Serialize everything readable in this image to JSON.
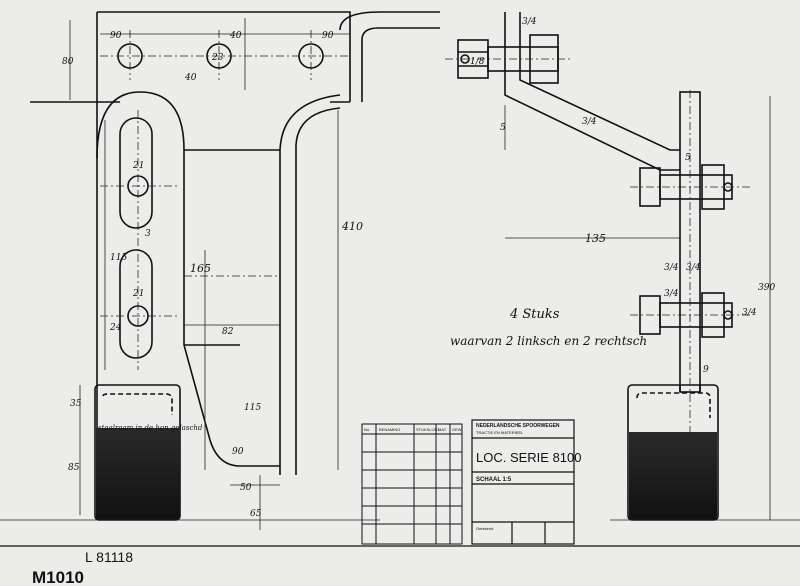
{
  "drawing": {
    "dims": {
      "d90a": "90",
      "d90b": "90",
      "d40a": "40",
      "d40b": "40",
      "d80": "80",
      "d23": "23",
      "d410": "410",
      "d21a": "21",
      "d21b": "21",
      "d3": "3",
      "d115a": "115",
      "d165": "165",
      "d82": "82",
      "d115b": "115",
      "d24": "24",
      "d35": "35",
      "d85": "85",
      "d90c": "90",
      "d50": "50",
      "d65": "65",
      "d135": "135",
      "d390": "390",
      "d18": "1/8",
      "d34a": "3/4",
      "d34b": "3/4",
      "d34c": "3/4",
      "d34d": "3/4",
      "d34e": "3/4",
      "d34f": "3/4",
      "d5a": "5",
      "d5b": "5",
      "d9": "9"
    },
    "note_hardened": "staalraam in de hon gelaschd",
    "qty": "4 Stuks",
    "qty_note": "waarvan 2 linksch en 2 rechtsch",
    "drawing_number": "L 81118",
    "old_number": "M1010"
  },
  "parts_table": {
    "headers": [
      "No.",
      "BENAMING",
      "STUKSLIJST",
      "MAT.",
      "GEW."
    ]
  },
  "title_block": {
    "company": "NEDERLANDSCHE SPOORWEGEN",
    "dept": "TRACTIE EN MATERIEEL",
    "series": "LOC. SERIE 8100",
    "scale": "SCHAAL 1:5",
    "footer": "Getekend"
  }
}
